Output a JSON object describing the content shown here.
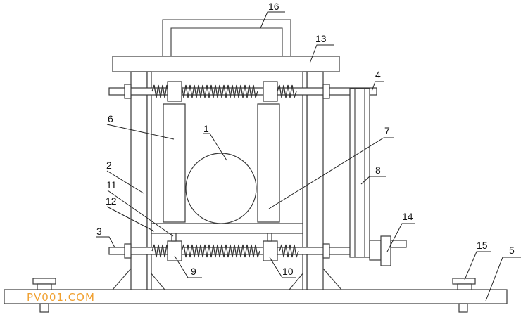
{
  "diagram": {
    "labels": {
      "l1": "1",
      "l2": "2",
      "l3": "3",
      "l4": "4",
      "l5": "5",
      "l6": "6",
      "l7": "7",
      "l8": "8",
      "l9": "9",
      "l10": "10",
      "l11": "11",
      "l12": "12",
      "l13": "13",
      "l14": "14",
      "l15": "15",
      "l16": "16"
    }
  },
  "watermark": "PV001.COM"
}
